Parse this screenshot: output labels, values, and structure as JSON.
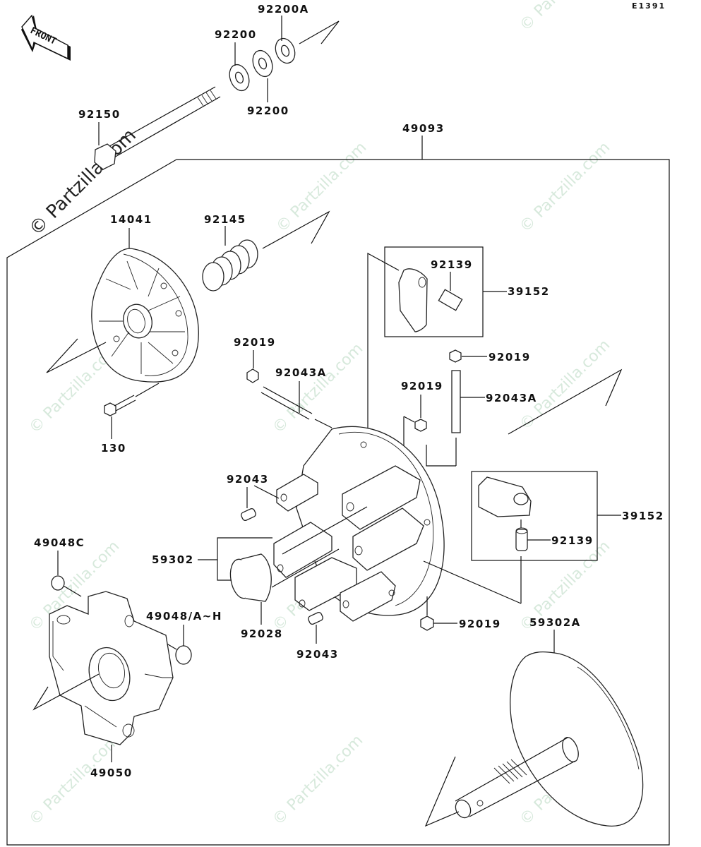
{
  "diagram": {
    "code": "E1391",
    "front_indicator": "FRONT",
    "watermark": "© Partzilla.com",
    "assembly_label": "49093",
    "parts": [
      {
        "id": "p92200A",
        "number": "92200A",
        "name": "washer"
      },
      {
        "id": "p92200a",
        "number": "92200",
        "name": "washer"
      },
      {
        "id": "p92200b",
        "number": "92200",
        "name": "washer"
      },
      {
        "id": "p92150",
        "number": "92150",
        "name": "bolt"
      },
      {
        "id": "p14041",
        "number": "14041",
        "name": "cover"
      },
      {
        "id": "p92145",
        "number": "92145",
        "name": "spring"
      },
      {
        "id": "p130",
        "number": "130",
        "name": "flanged bolt"
      },
      {
        "id": "p92019a",
        "number": "92019",
        "name": "nut"
      },
      {
        "id": "p92043Aa",
        "number": "92043A",
        "name": "pin"
      },
      {
        "id": "p92139a",
        "number": "92139",
        "name": "bushing"
      },
      {
        "id": "p39152a",
        "number": "39152",
        "name": "weight arm"
      },
      {
        "id": "p92019b",
        "number": "92019",
        "name": "nut"
      },
      {
        "id": "p92019c",
        "number": "92019",
        "name": "nut"
      },
      {
        "id": "p92043Ab",
        "number": "92043A",
        "name": "pin"
      },
      {
        "id": "p92043a",
        "number": "92043",
        "name": "pin"
      },
      {
        "id": "p59302",
        "number": "59302",
        "name": "sheave"
      },
      {
        "id": "p39152b",
        "number": "39152",
        "name": "weight arm"
      },
      {
        "id": "p92139b",
        "number": "92139",
        "name": "bushing"
      },
      {
        "id": "p49048C",
        "number": "49048C",
        "name": "weight"
      },
      {
        "id": "p49048AH",
        "number": "49048/A~H",
        "name": "weight"
      },
      {
        "id": "p92028",
        "number": "92028",
        "name": "bushing"
      },
      {
        "id": "p92043b",
        "number": "92043",
        "name": "pin"
      },
      {
        "id": "p92019d",
        "number": "92019",
        "name": "nut"
      },
      {
        "id": "p59302A",
        "number": "59302A",
        "name": "fixed sheave"
      },
      {
        "id": "p49050",
        "number": "49050",
        "name": "spider"
      }
    ]
  }
}
